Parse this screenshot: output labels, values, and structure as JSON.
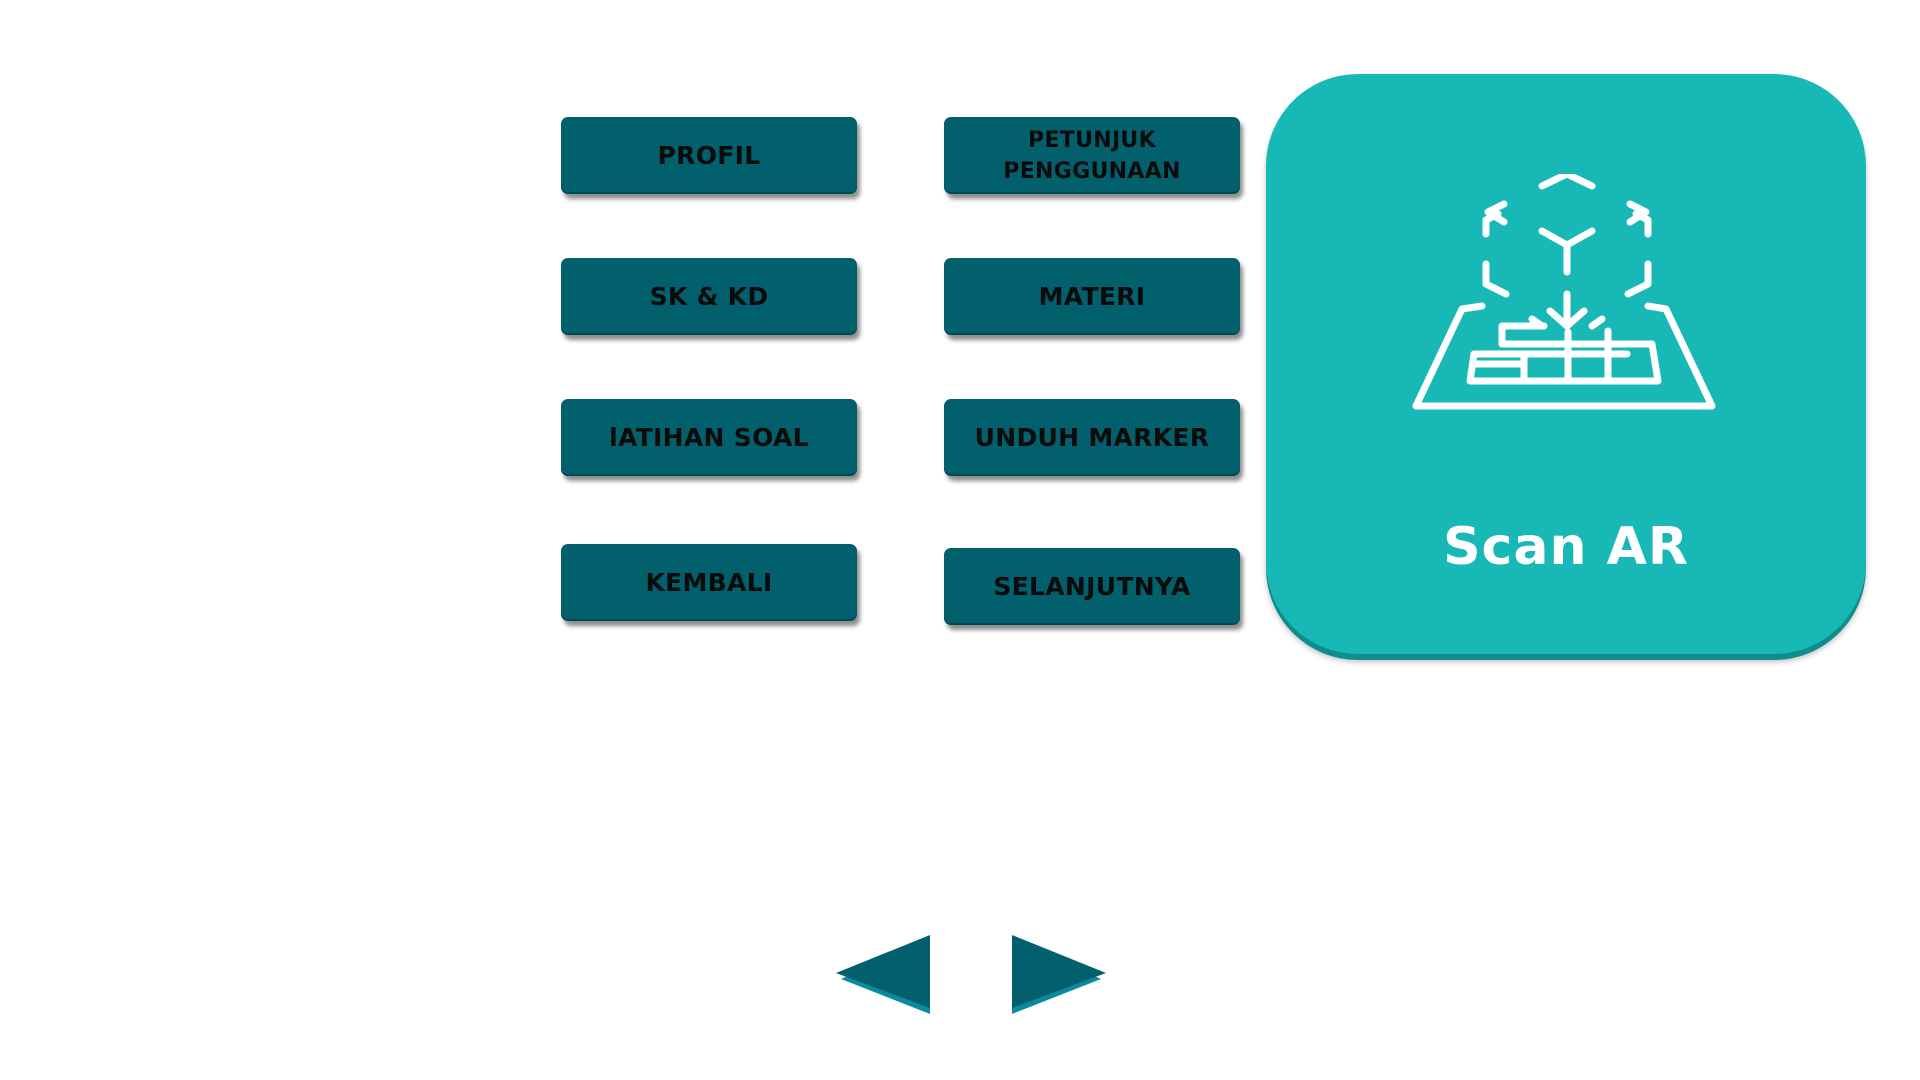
{
  "menu": {
    "profil": "PROFIL",
    "sk_kd": "SK & KD",
    "latihan_soal": "lATIHAN SOAL",
    "kembali": "KEMBALI",
    "petunjuk": "PETUNJUK\nPENGGUNAAN",
    "materi": "MATERI",
    "unduh_marker": "UNDUH MARKER",
    "selanjutnya": "SELANJUTNYA"
  },
  "scan_card": {
    "label": "Scan AR",
    "icon": "ar-cube-icon"
  },
  "navigation": {
    "prev_icon": "triangle-left-icon",
    "next_icon": "triangle-right-icon"
  },
  "colors": {
    "button": "#02606d",
    "card": "#18b8b7",
    "background": "#ffffff"
  }
}
